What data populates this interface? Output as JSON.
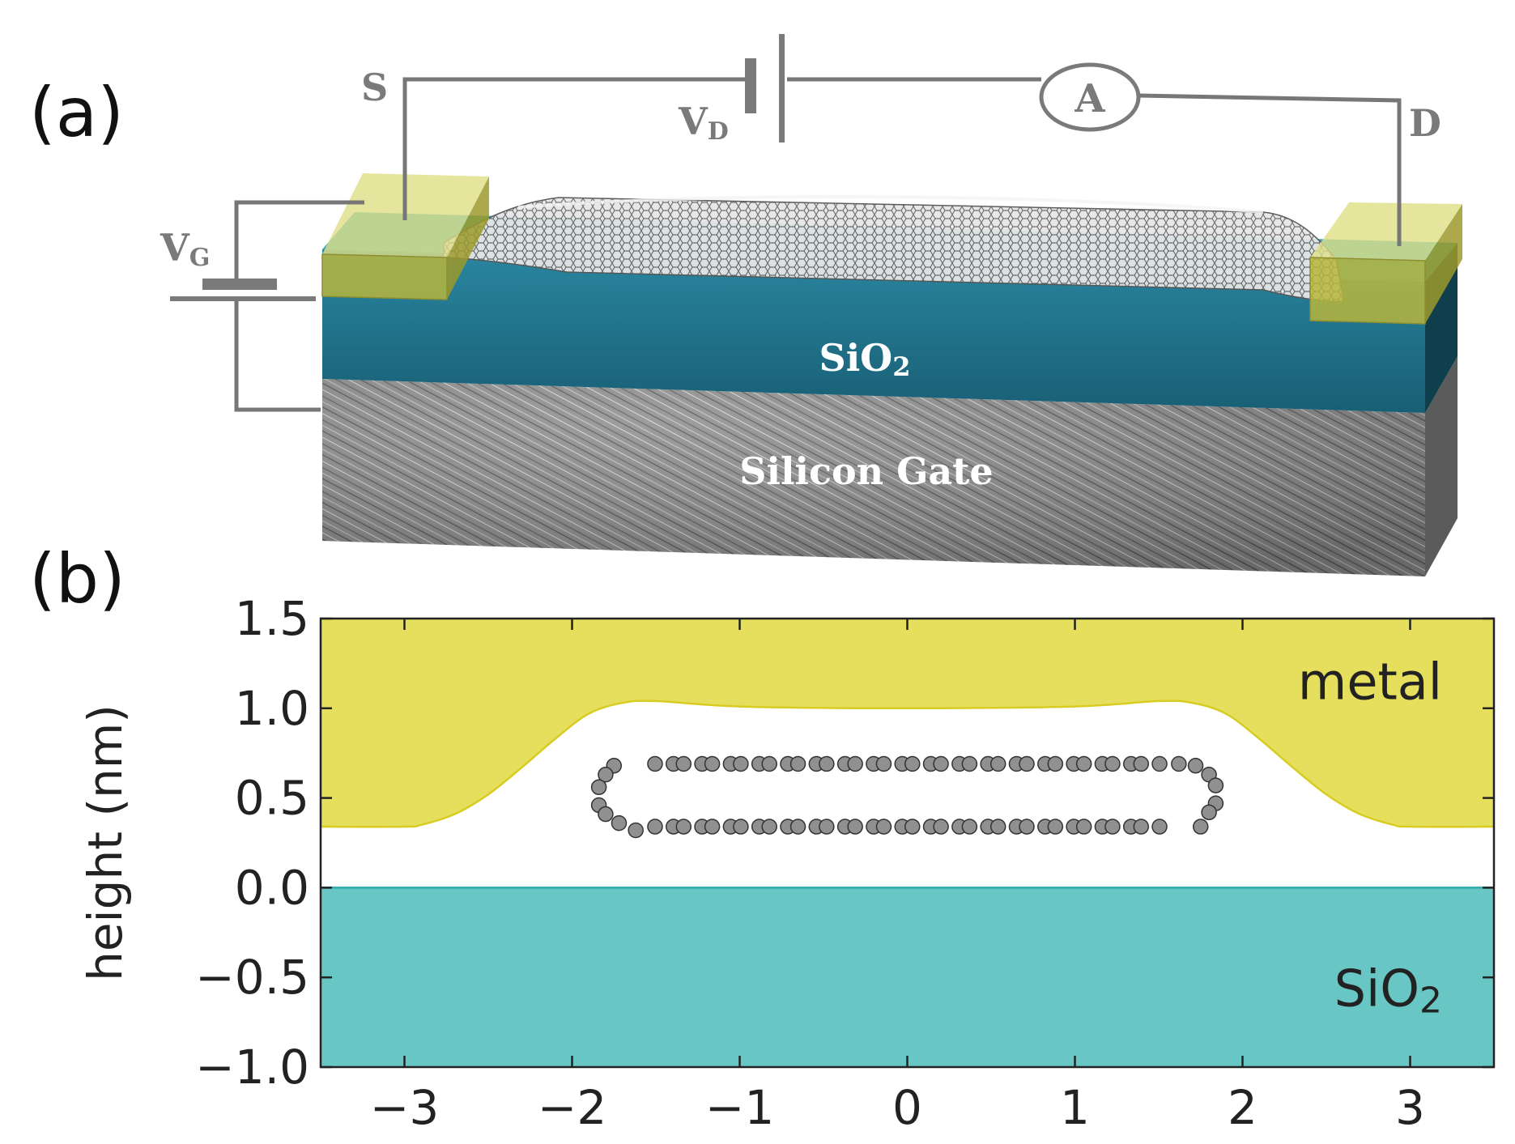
{
  "panel_a": {
    "label": "(a)",
    "source_label": "S",
    "drain_label": "D",
    "drain_voltage": {
      "main": "V",
      "sub": "D"
    },
    "gate_voltage": {
      "main": "V",
      "sub": "G"
    },
    "ammeter_label": "A",
    "oxide_label": {
      "main": "SiO",
      "sub": "2"
    },
    "substrate_label": "Silicon Gate",
    "colors": {
      "electrode": "#c9c85a",
      "oxide_top": "#3aa3bd",
      "oxide_front": "#1f7189",
      "substrate": "#8a8a8a",
      "wire": "#777777"
    }
  },
  "panel_b": {
    "label": "(b)",
    "chart_data": {
      "type": "area",
      "ylabel": "height (nm)",
      "xlim": [
        -3.5,
        3.5
      ],
      "ylim": [
        -1.0,
        1.5
      ],
      "xticks": [
        -3,
        -2,
        -1,
        0,
        1,
        2,
        3
      ],
      "xtick_labels": [
        "−3",
        "−2",
        "−1",
        "0",
        "1",
        "2",
        "3"
      ],
      "yticks": [
        -1.0,
        -0.5,
        0.0,
        0.5,
        1.0,
        1.5
      ],
      "ytick_labels": [
        "−1.0",
        "−0.5",
        "0.0",
        "0.5",
        "1.0",
        "1.5"
      ],
      "grid": false,
      "regions": [
        {
          "label": "metal",
          "color": "#e6df5d",
          "edge": "#d8cc22"
        },
        {
          "label": "SiO",
          "label_sub": "2",
          "color": "#68c7c5",
          "edge": "#2eaaa8"
        }
      ],
      "metal_boundary": {
        "x": [
          -3.5,
          -3.0,
          -2.9,
          -2.7,
          -2.5,
          -2.3,
          -2.1,
          -1.9,
          -1.7,
          -1.5,
          -1.0,
          0.0,
          1.0,
          1.5,
          1.7,
          1.9,
          2.1,
          2.3,
          2.5,
          2.7,
          2.9,
          3.0,
          3.5
        ],
        "y": [
          0.34,
          0.34,
          0.35,
          0.41,
          0.52,
          0.67,
          0.83,
          0.97,
          1.03,
          1.04,
          1.01,
          1.0,
          1.01,
          1.04,
          1.03,
          0.97,
          0.83,
          0.67,
          0.52,
          0.41,
          0.35,
          0.34,
          0.34
        ]
      },
      "oxide_top": 0.0,
      "atoms": {
        "top_row": {
          "y": 0.69,
          "x_from": -1.45,
          "x_to": 1.45,
          "count": 18
        },
        "bottom_row": {
          "y": 0.34,
          "x_from": -1.45,
          "x_to": 1.45,
          "count": 18
        },
        "left_cap": {
          "x": [
            -1.75,
            -1.8,
            -1.84,
            -1.84,
            -1.8,
            -1.72,
            -1.62
          ],
          "y": [
            0.68,
            0.63,
            0.56,
            0.46,
            0.41,
            0.36,
            0.32
          ]
        },
        "right_cap": {
          "x": [
            1.62,
            1.72,
            1.8,
            1.84,
            1.84,
            1.8,
            1.75
          ],
          "y": [
            0.69,
            0.68,
            0.63,
            0.57,
            0.47,
            0.42,
            0.34
          ]
        },
        "color": "#909090",
        "edge": "#333333"
      }
    }
  }
}
